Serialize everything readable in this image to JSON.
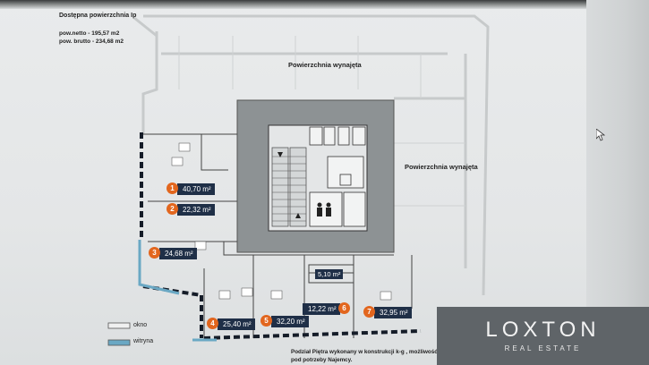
{
  "header": {
    "title": "Dostępna powierzchnia Ip",
    "netto": "pow.netto - 195,57 m2",
    "brutto": "pow. brutto - 234,68 m2"
  },
  "labels": {
    "rented_top": "Powierzchnia wynajęta",
    "rented_right": "Powierzchnia wynajęta"
  },
  "units": [
    {
      "num": "1",
      "area": "40,70 m²"
    },
    {
      "num": "2",
      "area": "22,32 m²"
    },
    {
      "num": "3",
      "area": "24,68 m²"
    },
    {
      "num": "4",
      "area": "25,40 m²"
    },
    {
      "num": "5",
      "area": "32,20 m²"
    },
    {
      "num": "6",
      "area": "12,22 m²"
    },
    {
      "num": "7",
      "area": "32,95 m²"
    }
  ],
  "extra_area": "5,10 m²",
  "legend": {
    "okno": "okno",
    "witryna": "witryna"
  },
  "note": {
    "line1": "Podział Piętra wykonany w konstrukcji k-g , możliwość dostosowania powierzchni",
    "line2": "pod potrzeby Najemcy."
  },
  "logo": {
    "name": "LOXTON",
    "tagline": "REAL ESTATE"
  },
  "colors": {
    "badge": "#e2661e",
    "area_box": "#1f2f47",
    "window_blue": "#6aa8c4",
    "core_gray": "#8d9294"
  }
}
